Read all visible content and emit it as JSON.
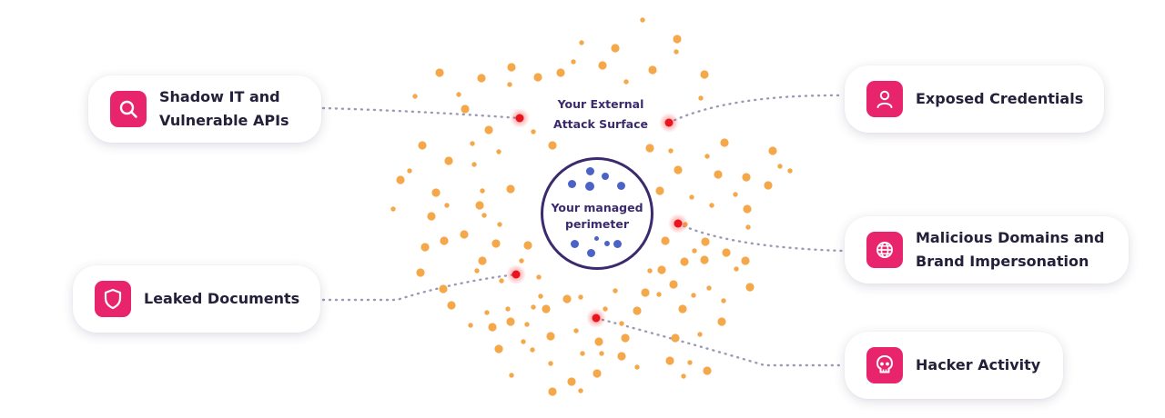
{
  "surface_label": "Your External\nAttack Surface",
  "perimeter_label": "Your managed\nperimeter",
  "cards": {
    "shadow_it": {
      "label": "Shadow IT and\nVulnerable APIs",
      "icon": "search-icon"
    },
    "leaked": {
      "label": "Leaked Documents",
      "icon": "shield-icon"
    },
    "credentials": {
      "label": "Exposed Credentials",
      "icon": "user-icon"
    },
    "malicious": {
      "label": "Malicious Domains and\nBrand Impersonation",
      "icon": "globe-icon"
    },
    "hacker": {
      "label": "Hacker Activity",
      "icon": "skull-icon"
    }
  },
  "colors": {
    "accent": "#e8246d",
    "dot": "#f5a84a",
    "threat": "#e8141e",
    "perimeter": "#3b2a6e",
    "perimeter_dot": "#4b63c4",
    "connector": "#9a9ab5"
  }
}
